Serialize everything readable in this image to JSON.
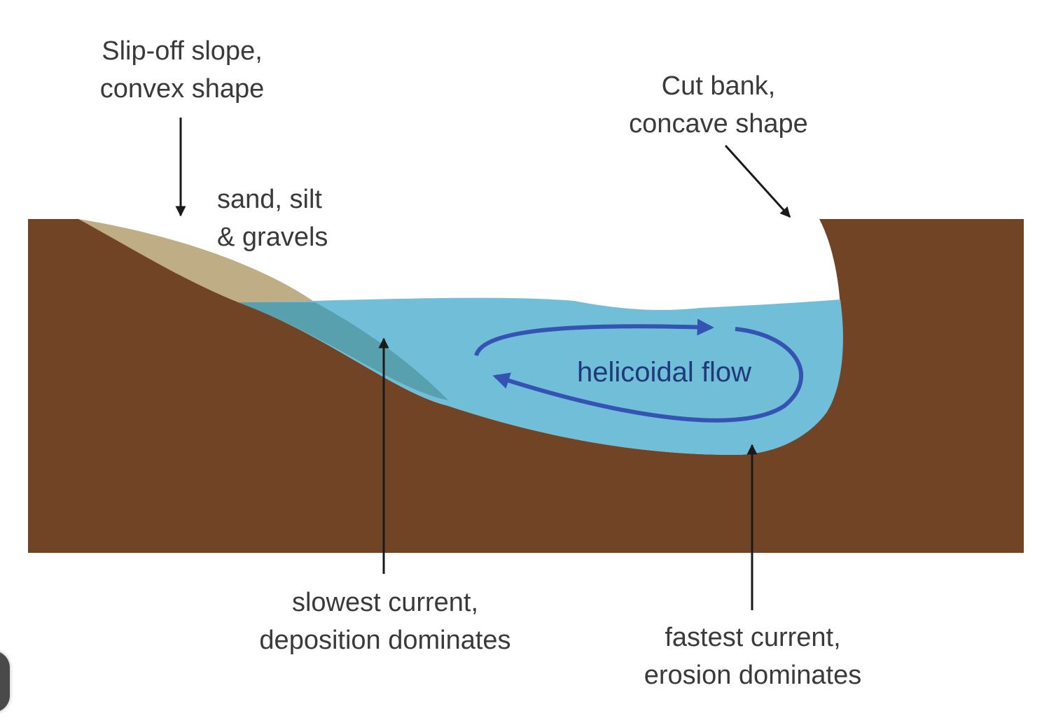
{
  "labels": {
    "slip_off": [
      "Slip-off slope,",
      "convex shape"
    ],
    "cut_bank": [
      "Cut bank,",
      "concave shape"
    ],
    "sediment": [
      "sand, silt",
      "& gravels"
    ],
    "helicoidal": "helicoidal flow",
    "slowest": [
      "slowest current,",
      "deposition dominates"
    ],
    "fastest": [
      "fastest current,",
      "erosion dominates"
    ]
  },
  "colors": {
    "ground": "#724426",
    "water": "#71bed8",
    "shallow_water": "#58a0ae",
    "sediment": "#bfad86",
    "flow_arrow": "#3453b3",
    "leader": "#1a1a1a",
    "text": "#3a3a3a"
  }
}
